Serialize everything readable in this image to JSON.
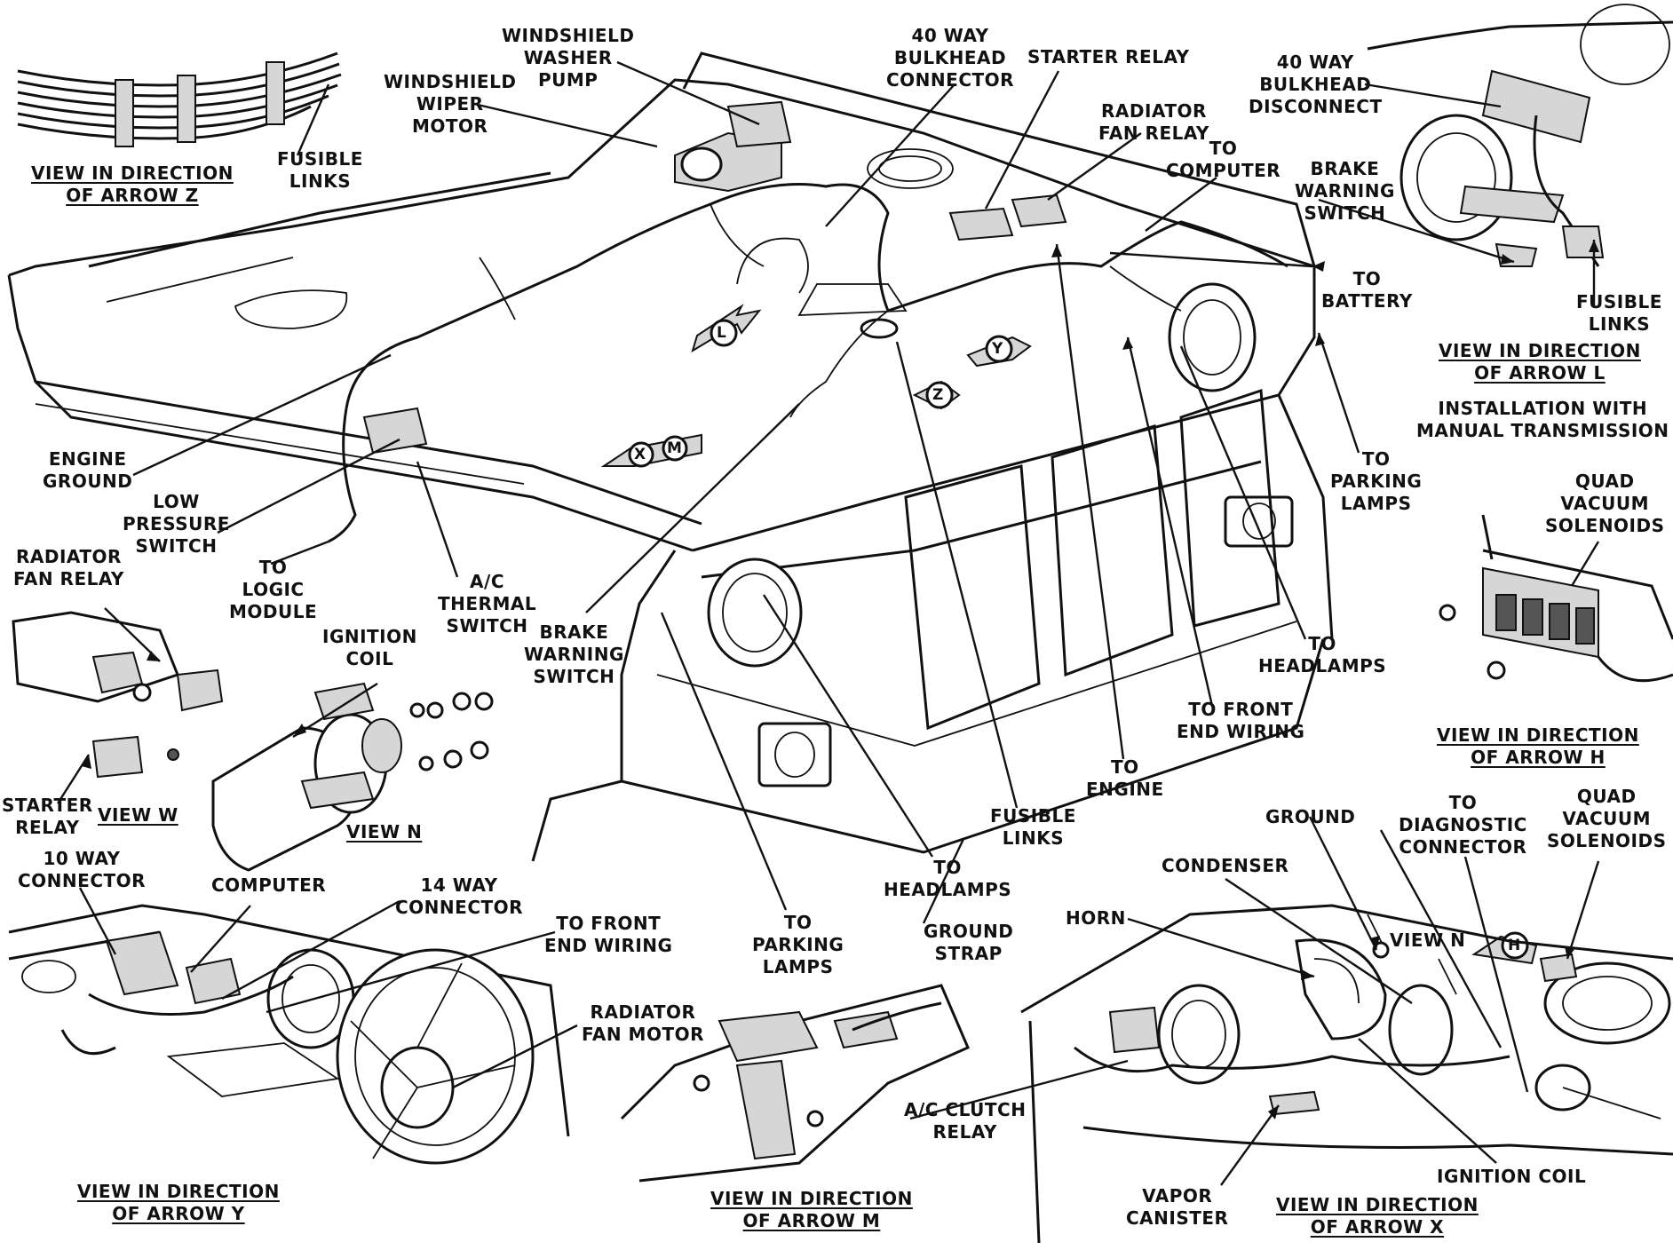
{
  "labels": {
    "windshield_washer_pump": [
      "WINDSHIELD",
      "WASHER",
      "PUMP"
    ],
    "windshield_wiper_motor": [
      "WINDSHIELD",
      "WIPER",
      "MOTOR"
    ],
    "bulkhead_connector_40": [
      "40 WAY",
      "BULKHEAD",
      "CONNECTOR"
    ],
    "starter_relay_top": [
      "STARTER RELAY"
    ],
    "radiator_fan_relay_top": [
      "RADIATOR",
      "FAN RELAY"
    ],
    "to_computer": [
      "TO",
      "COMPUTER"
    ],
    "bulkhead_disconnect_40": [
      "40 WAY",
      "BULKHEAD",
      "DISCONNECT"
    ],
    "brake_warning_switch_l": [
      "BRAKE",
      "WARNING",
      "SWITCH"
    ],
    "to_battery": [
      "TO",
      "BATTERY"
    ],
    "fusible_links_l": [
      "FUSIBLE",
      "LINKS"
    ],
    "installation_note": [
      "INSTALLATION WITH",
      "MANUAL TRANSMISSION"
    ],
    "fusible_links_z": [
      "FUSIBLE",
      "LINKS"
    ],
    "engine_ground": [
      "ENGINE",
      "GROUND"
    ],
    "low_pressure_switch": [
      "LOW",
      "PRESSURE",
      "SWITCH"
    ],
    "to_logic_module": [
      "TO",
      "LOGIC",
      "MODULE"
    ],
    "ac_thermal_switch": [
      "A/C",
      "THERMAL",
      "SWITCH"
    ],
    "brake_warning_switch_main": [
      "BRAKE",
      "WARNING",
      "SWITCH"
    ],
    "to_parking_lamps_main": [
      "TO",
      "PARKING",
      "LAMPS"
    ],
    "quad_vacuum_solenoids_h": [
      "QUAD",
      "VACUUM",
      "SOLENOIDS"
    ],
    "to_headlamps_right": [
      "TO",
      "HEADLAMPS"
    ],
    "to_front_end_wiring_main": [
      "TO FRONT",
      "END WIRING"
    ],
    "to_engine": [
      "TO",
      "ENGINE"
    ],
    "radiator_fan_relay_w": [
      "RADIATOR",
      "FAN RELAY"
    ],
    "ignition_coil_n": [
      "IGNITION",
      "COIL"
    ],
    "starter_relay_w": [
      "STARTER",
      "RELAY"
    ],
    "fusible_links_main": [
      "FUSIBLE",
      "LINKS"
    ],
    "to_headlamps_center": [
      "TO",
      "HEADLAMPS"
    ],
    "ground_x": [
      "GROUND"
    ],
    "to_diagnostic_connector": [
      "TO",
      "DIAGNOSTIC",
      "CONNECTOR"
    ],
    "quad_vacuum_solenoids_x": [
      "QUAD",
      "VACUUM",
      "SOLENOIDS"
    ],
    "condenser": [
      "CONDENSER"
    ],
    "horn": [
      "HORN"
    ],
    "view_n_ref": [
      "VIEW N"
    ],
    "connector_10_way": [
      "10 WAY",
      "CONNECTOR"
    ],
    "computer_y": [
      "COMPUTER"
    ],
    "connector_14_way": [
      "14 WAY",
      "CONNECTOR"
    ],
    "to_front_end_wiring_y": [
      "TO FRONT",
      "END WIRING"
    ],
    "to_parking_lamps_m": [
      "TO",
      "PARKING",
      "LAMPS"
    ],
    "ground_strap": [
      "GROUND",
      "STRAP"
    ],
    "radiator_fan_motor": [
      "RADIATOR",
      "FAN MOTOR"
    ],
    "ac_clutch_relay": [
      "A/C CLUTCH",
      "RELAY"
    ],
    "vapor_canister": [
      "VAPOR",
      "CANISTER"
    ],
    "ignition_coil_x": [
      "IGNITION COIL"
    ]
  },
  "captions": {
    "arrow_z": [
      "VIEW IN DIRECTION",
      "OF ARROW Z"
    ],
    "arrow_l": [
      "VIEW IN DIRECTION",
      "OF ARROW L"
    ],
    "arrow_h": [
      "VIEW IN DIRECTION",
      "OF ARROW H"
    ],
    "view_w": [
      "VIEW W"
    ],
    "view_n": [
      "VIEW N"
    ],
    "arrow_y": [
      "VIEW IN DIRECTION",
      "OF ARROW Y"
    ],
    "arrow_m": [
      "VIEW IN DIRECTION",
      "OF ARROW M"
    ],
    "arrow_x": [
      "VIEW IN DIRECTION",
      "OF ARROW X"
    ]
  },
  "view_arrows": {
    "l": "L",
    "y": "Y",
    "z": "Z",
    "x": "X",
    "m": "M",
    "h": "H"
  }
}
